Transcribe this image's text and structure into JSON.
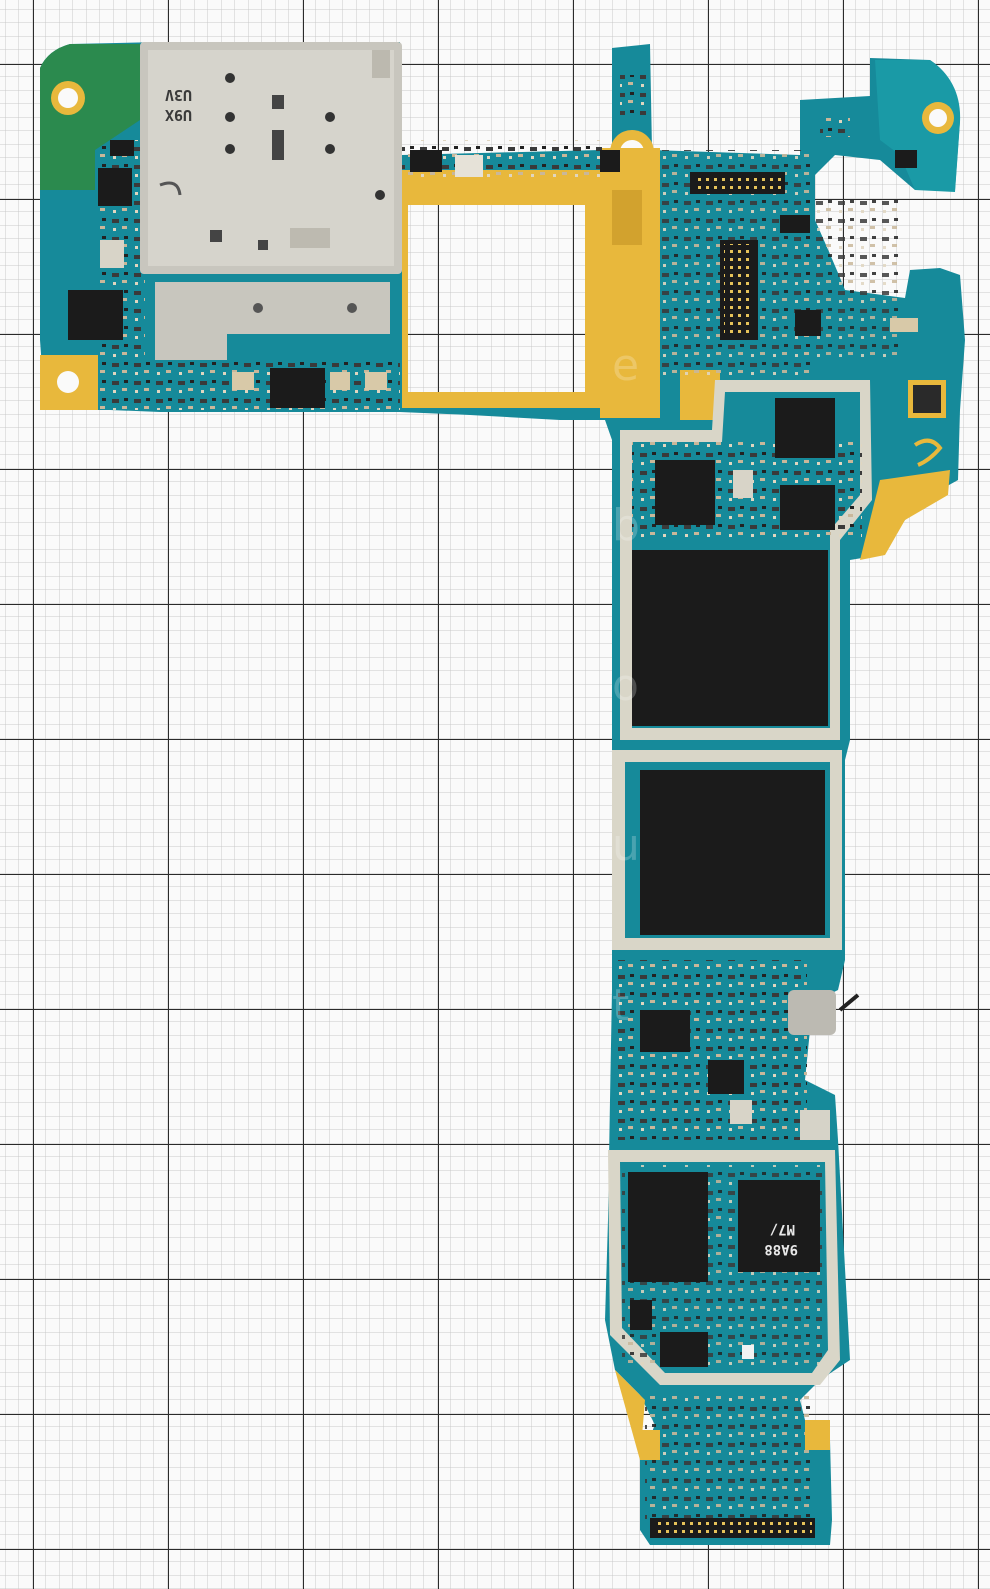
{
  "scene": {
    "subject": "smartphone-motherboard",
    "background": "graph-paper",
    "colors": {
      "paper": "#fafafa",
      "grid_minor": "#c9c9c9",
      "grid_major": "#2b2b2b",
      "pcb": "#168a9a",
      "pcb_dark": "#0f6f7e",
      "gold": "#e8b83c",
      "shield": "#d9d6c8",
      "chip": "#1b1b1b",
      "steel": "#c8c6be"
    }
  },
  "markings": {
    "sim_tray_line1": "U9X",
    "sim_tray_line2": "U3V",
    "chip_line1": "M7/",
    "chip_line2": "9A88"
  }
}
